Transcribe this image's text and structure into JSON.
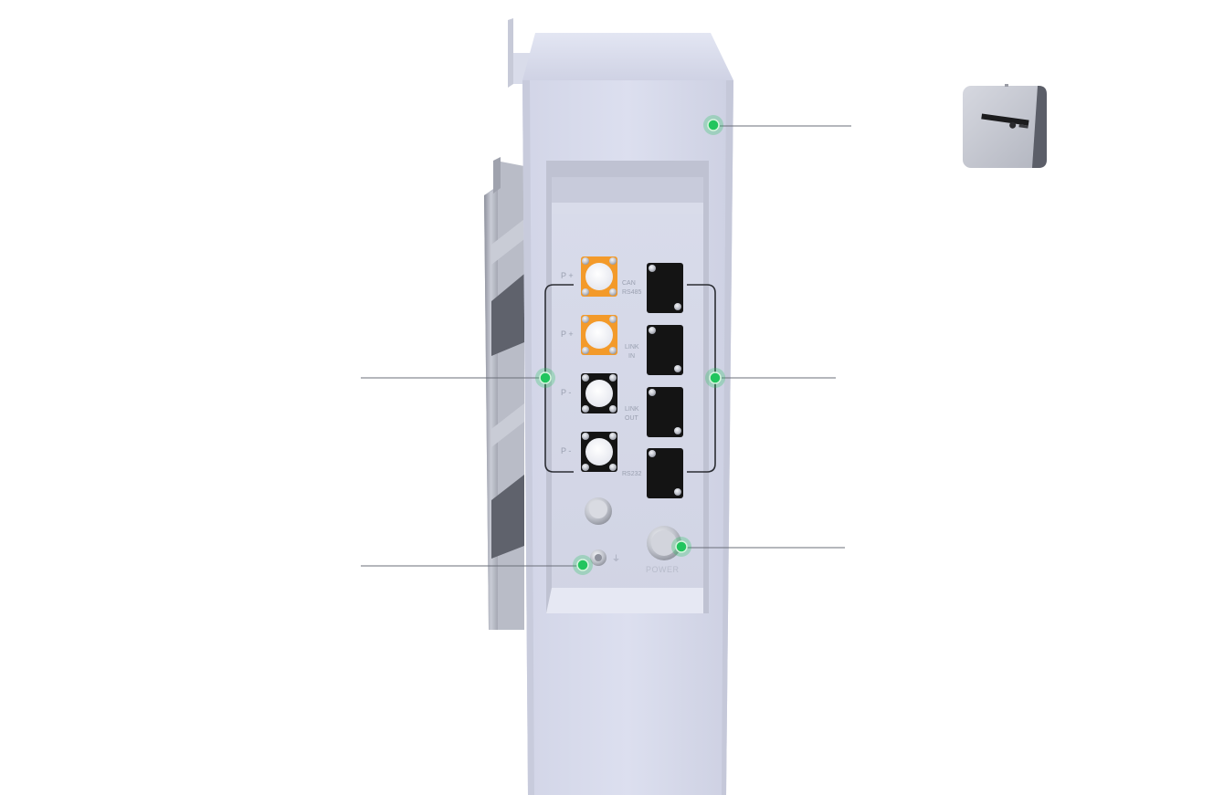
{
  "colors": {
    "hotspot": "#22c55e",
    "body": "#d5d8ea",
    "body_side": "#c3c7d8",
    "orange_connector": "#f39a2a",
    "black_connector": "#141414"
  },
  "icons": {
    "hotspots": "green-dot-icon",
    "thumbnail": "device-thumbnail-icon",
    "ground": "ground-symbol-icon"
  },
  "left_connectors": [
    {
      "symbol": "P +"
    },
    {
      "symbol": "P +"
    },
    {
      "symbol": "P -"
    },
    {
      "symbol": "P -"
    }
  ],
  "right_ports": [
    {
      "line1": "CAN",
      "line2": "RS485"
    },
    {
      "line1": "LINK",
      "line2": "IN"
    },
    {
      "line1": "LINK",
      "line2": "OUT"
    },
    {
      "line1": "",
      "line2": "RS232"
    }
  ],
  "power_button": {
    "label": "POWER"
  },
  "ground": {
    "symbol": "⏚"
  }
}
